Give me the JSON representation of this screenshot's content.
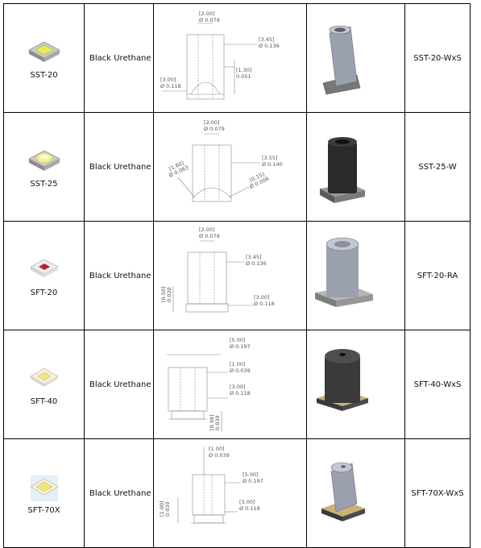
{
  "rows": [
    {
      "led": "SST-20",
      "material": "Black Urethane",
      "part": "SST-20-WxS",
      "dims": [
        "[2.00]",
        "Ø 0.079",
        "[3.45]",
        "Ø 0.136",
        "[3.00]",
        "Ø 0.118",
        "[1.30]",
        "0.051"
      ]
    },
    {
      "led": "SST-25",
      "material": "Black Urethane",
      "part": "SST-25-W",
      "dims": [
        "[2.00]",
        "Ø 0.079",
        "[3.55]",
        "Ø 0.140",
        "[1.60]",
        "Ø 0.063",
        "[0.15]",
        "Ø 0.006"
      ]
    },
    {
      "led": "SFT-20",
      "material": "Black Urethane",
      "part": "SFT-20-RA",
      "dims": [
        "[2.00]",
        "Ø 0.079",
        "[3.45]",
        "Ø 0.136",
        "[3.00]",
        "Ø 0.118",
        "[0.50]",
        "0.020"
      ]
    },
    {
      "led": "SFT-40",
      "material": "Black Urethane",
      "part": "SFT-40-WxS",
      "dims": [
        "[5.00]",
        "Ø 0.197",
        "[1.00]",
        "Ø 0.039",
        "[3.00]",
        "Ø 0.118",
        "[0.98]",
        "0.039"
      ]
    },
    {
      "led": "SFT-70X",
      "material": "Black Urethane",
      "part": "SFT-70X-WxS",
      "dims": [
        "[1.00]",
        "Ø 0.039",
        "[5.00]",
        "Ø 0.197",
        "[3.00]",
        "Ø 0.118",
        "[1.00]",
        "0.039"
      ]
    }
  ],
  "colors": {
    "grid": "#000000",
    "line": "#777777",
    "lens_gray": "#9aa0ad",
    "lens_black": "#2a2a2a"
  }
}
